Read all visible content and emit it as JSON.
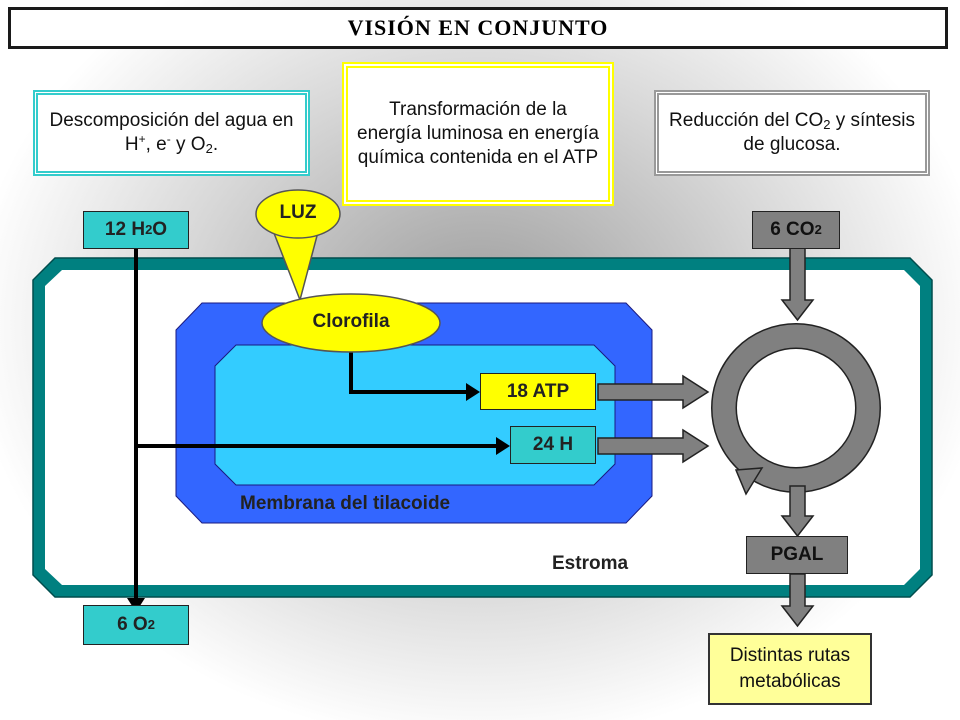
{
  "title": "VISIÓN EN CONJUNTO",
  "boxes": {
    "left": {
      "prefix": "Descomposición del agua en H",
      "h_sup": "+",
      "mid": ", e",
      "e_sup": "-",
      "mid2": " y O",
      "o_sub": "2",
      "end": "."
    },
    "center": "Transformación de la energía luminosa en energía química contenida en el ATP",
    "right": {
      "prefix": "Reducción del CO",
      "sub": "2",
      "suffix": " y síntesis de glucosa."
    },
    "bottom": "Distintas rutas metabólicas"
  },
  "labels": {
    "water": {
      "prefix": "12 H",
      "sub": "2",
      "suffix": "O"
    },
    "co2": {
      "prefix": "6 CO",
      "sub": "2"
    },
    "o2": {
      "prefix": "6 O",
      "sub": "2"
    },
    "luz": "LUZ",
    "clorofila": "Clorofila",
    "atp": "18 ATP",
    "h": "24 H",
    "pgal": "PGAL",
    "membrana": "Membrana del tilacoide",
    "estroma": "Estroma"
  },
  "colors": {
    "teal": "#33cccc",
    "yellow": "#ffff00",
    "gray": "#808080",
    "thylakoid_outer": "#3366ff",
    "thylakoid_inner": "#33ccff",
    "stroma_border": "#008080"
  }
}
